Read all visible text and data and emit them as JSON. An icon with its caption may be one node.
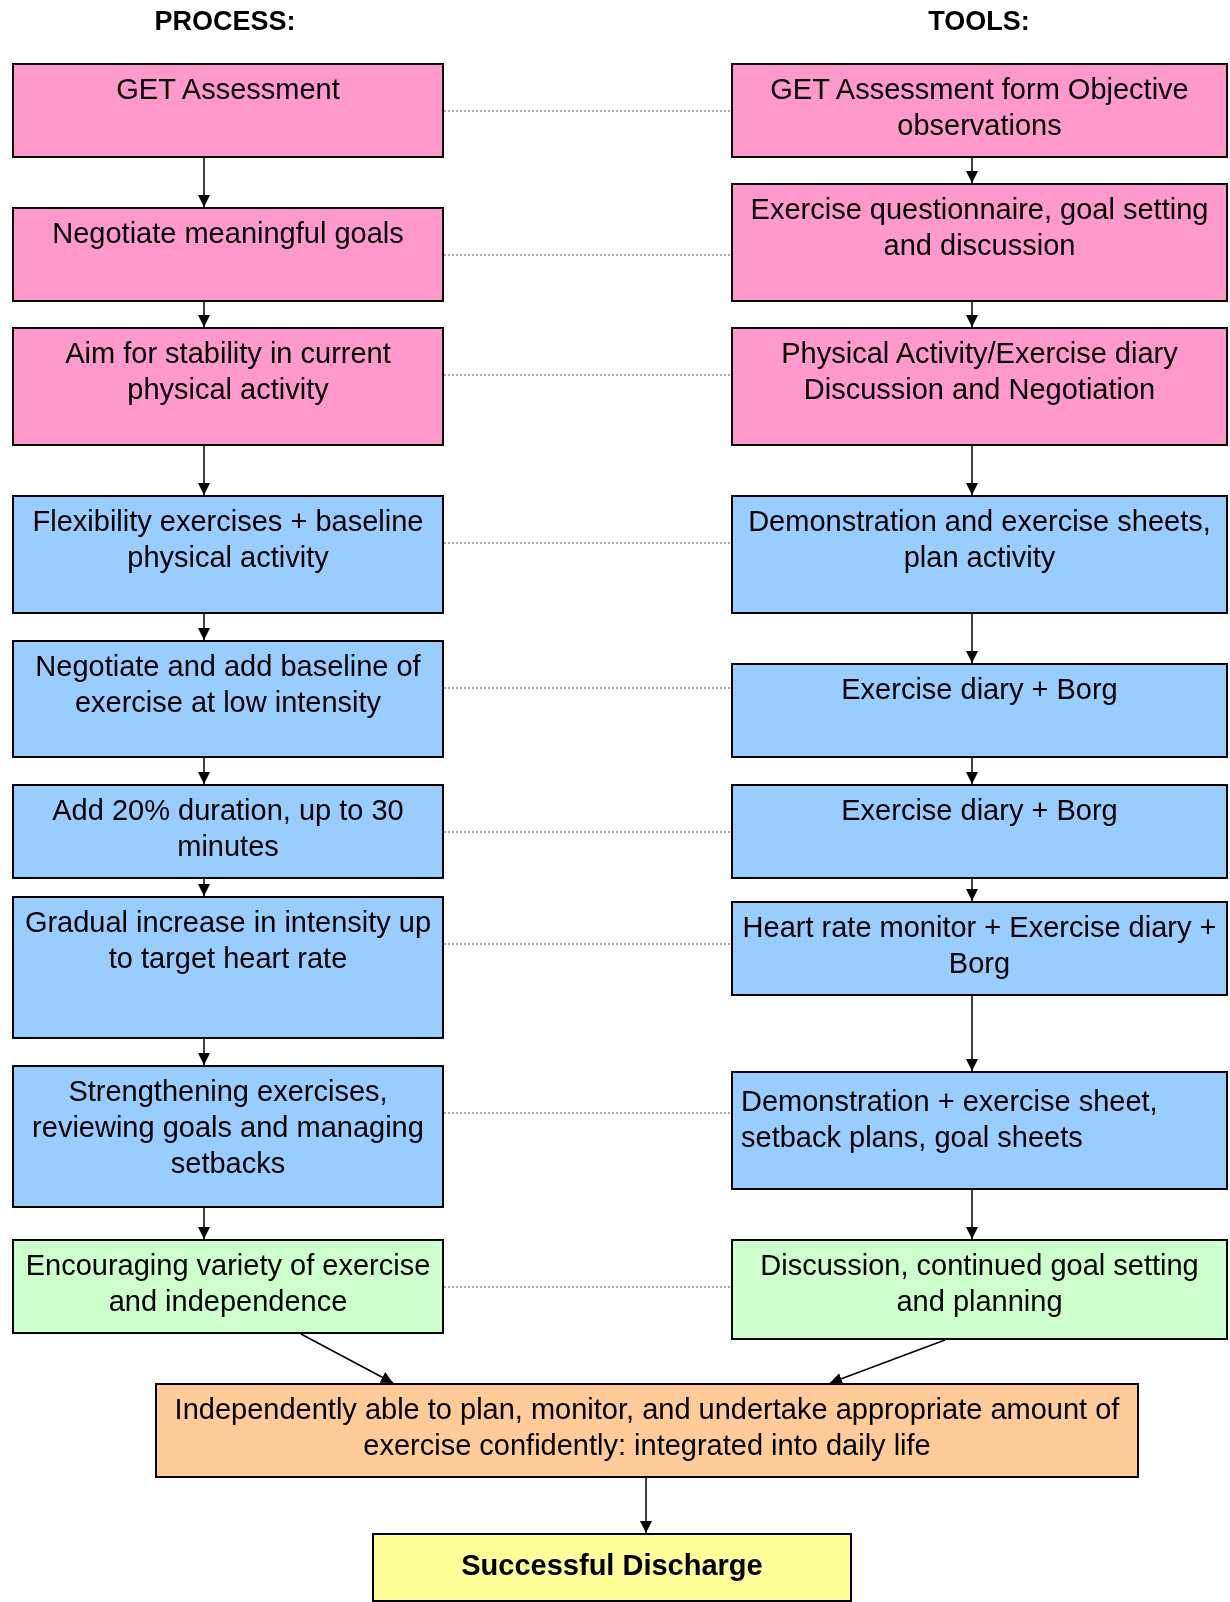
{
  "diagram": {
    "nodes": [
      {
        "text": [
          "GET Assessment"
        ]
      },
      {
        "text": [
          "Negotiate meaningful goals"
        ]
      },
      {
        "text": [
          "Aim for stability in current physical activity"
        ]
      },
      {
        "text": [
          "Flexibility exercises + baseline physical activity"
        ]
      },
      {
        "text": [
          "Negotiate and add baseline of exercise at low intensity"
        ]
      },
      {
        "text": [
          "Add 20% duration, up to 30 minutes"
        ]
      },
      {
        "text": [
          "Gradual increase in intensity up to target heart rate"
        ]
      },
      {
        "text": [
          "Strengthening exercises, reviewing goals and managing setbacks"
        ]
      },
      {
        "text": [
          "Encouraging variety of exercise and independence"
        ]
      },
      {
        "text": [
          "GET Assessment form Objective observations"
        ]
      },
      {
        "text": [
          "Exercise questionnaire, goal setting and discussion"
        ]
      },
      {
        "text": [
          "Physical Activity/Exercise diary Discussion and Negotiation"
        ]
      },
      {
        "text": [
          "Demonstration and exercise sheets, plan activity"
        ]
      },
      {
        "text": [
          "Exercise diary + Borg"
        ]
      },
      {
        "text": [
          "Exercise diary + Borg"
        ]
      },
      {
        "text": [
          "Heart rate monitor + Exercise diary + Borg"
        ]
      },
      {
        "text": [
          "Demonstration + exercise sheet, setback plans, goal sheets"
        ]
      },
      {
        "text": [
          "Discussion, continued goal setting and planning"
        ]
      },
      {
        "text": [
          "Independently able to plan, monitor, and undertake appropriate amount of exercise confidently: integrated into daily life"
        ]
      },
      {
        "text": [
          "Successful Discharge"
        ]
      }
    ],
    "edges": [
      {
        "from": 0,
        "to": 1,
        "arrow": "to"
      },
      {
        "from": 1,
        "to": 2,
        "arrow": "to"
      },
      {
        "from": 2,
        "to": 3,
        "arrow": "to"
      },
      {
        "from": 3,
        "to": 4,
        "arrow": "to"
      },
      {
        "from": 4,
        "to": 5,
        "arrow": "to"
      },
      {
        "from": 5,
        "to": 6,
        "arrow": "to"
      },
      {
        "from": 6,
        "to": 7,
        "arrow": "to"
      },
      {
        "from": 7,
        "to": 8,
        "arrow": "to"
      },
      {
        "from": 9,
        "to": 10,
        "arrow": "to"
      },
      {
        "from": 10,
        "to": 11,
        "arrow": "to"
      },
      {
        "from": 11,
        "to": 12,
        "arrow": "to"
      },
      {
        "from": 12,
        "to": 13,
        "arrow": "to"
      },
      {
        "from": 13,
        "to": 14,
        "arrow": "to"
      },
      {
        "from": 14,
        "to": 15,
        "arrow": "to"
      },
      {
        "from": 15,
        "to": 16,
        "arrow": "to"
      },
      {
        "from": 16,
        "to": 17,
        "arrow": "to"
      },
      {
        "from": 0,
        "to": 9,
        "arrow": "none",
        "style": "dashed"
      },
      {
        "from": 1,
        "to": 10,
        "arrow": "none",
        "style": "dashed"
      },
      {
        "from": 2,
        "to": 11,
        "arrow": "none",
        "style": "dashed"
      },
      {
        "from": 3,
        "to": 12,
        "arrow": "none",
        "style": "dashed"
      },
      {
        "from": 4,
        "to": 13,
        "arrow": "none",
        "style": "dashed"
      },
      {
        "from": 5,
        "to": 14,
        "arrow": "none",
        "style": "dashed"
      },
      {
        "from": 6,
        "to": 15,
        "arrow": "none",
        "style": "dashed"
      },
      {
        "from": 7,
        "to": 16,
        "arrow": "none",
        "style": "dashed"
      },
      {
        "from": 8,
        "to": 17,
        "arrow": "none",
        "style": "dashed"
      },
      {
        "from": 8,
        "to": 18,
        "arrow": "to"
      },
      {
        "from": 17,
        "to": 18,
        "arrow": "to"
      },
      {
        "from": 18,
        "to": 19,
        "arrow": "to"
      }
    ],
    "labels": [
      "PROCESS:",
      "TOOLS:"
    ]
  }
}
